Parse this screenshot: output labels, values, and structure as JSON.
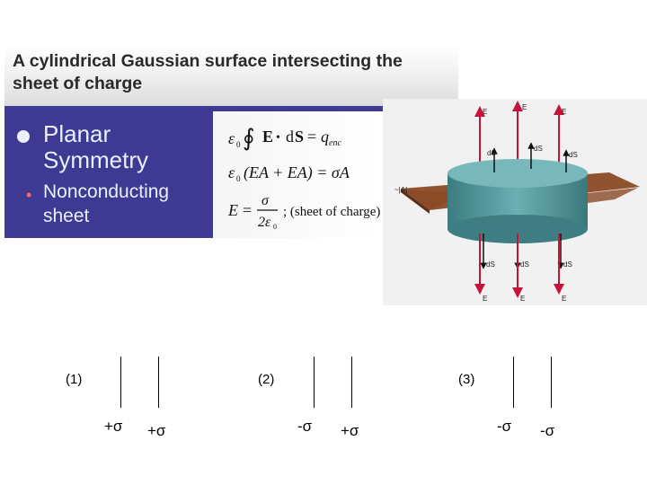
{
  "header": {
    "title": "A cylindrical Gaussian surface intersecting the sheet of charge"
  },
  "slide": {
    "bullet_main": "Planar Symmetry",
    "bullet_sub": "Nonconducting sheet",
    "sub_bullet_glyph": "•"
  },
  "formulas": {
    "eq1_sym": "∮",
    "eq1_rhs": "q",
    "eq1_rhs_sub": "enc",
    "eq2": "(EA + EA) = σA",
    "eq3_note": "; (sheet of charge)"
  },
  "figure": {
    "e_label": "E",
    "ds_label": "dS",
    "area_label": "~|A|",
    "colors": {
      "field_arrow": "#c4143c",
      "cylinder": "#4e9296",
      "sheet": "#8a4a26",
      "panel": "#3e3a94"
    }
  },
  "cases": [
    {
      "label": "(1)",
      "left_charge": "+σ",
      "right_charge": "+σ"
    },
    {
      "label": "(2)",
      "left_charge": "-σ",
      "right_charge": "+σ"
    },
    {
      "label": "(3)",
      "left_charge": "-σ",
      "right_charge": "-σ"
    }
  ]
}
